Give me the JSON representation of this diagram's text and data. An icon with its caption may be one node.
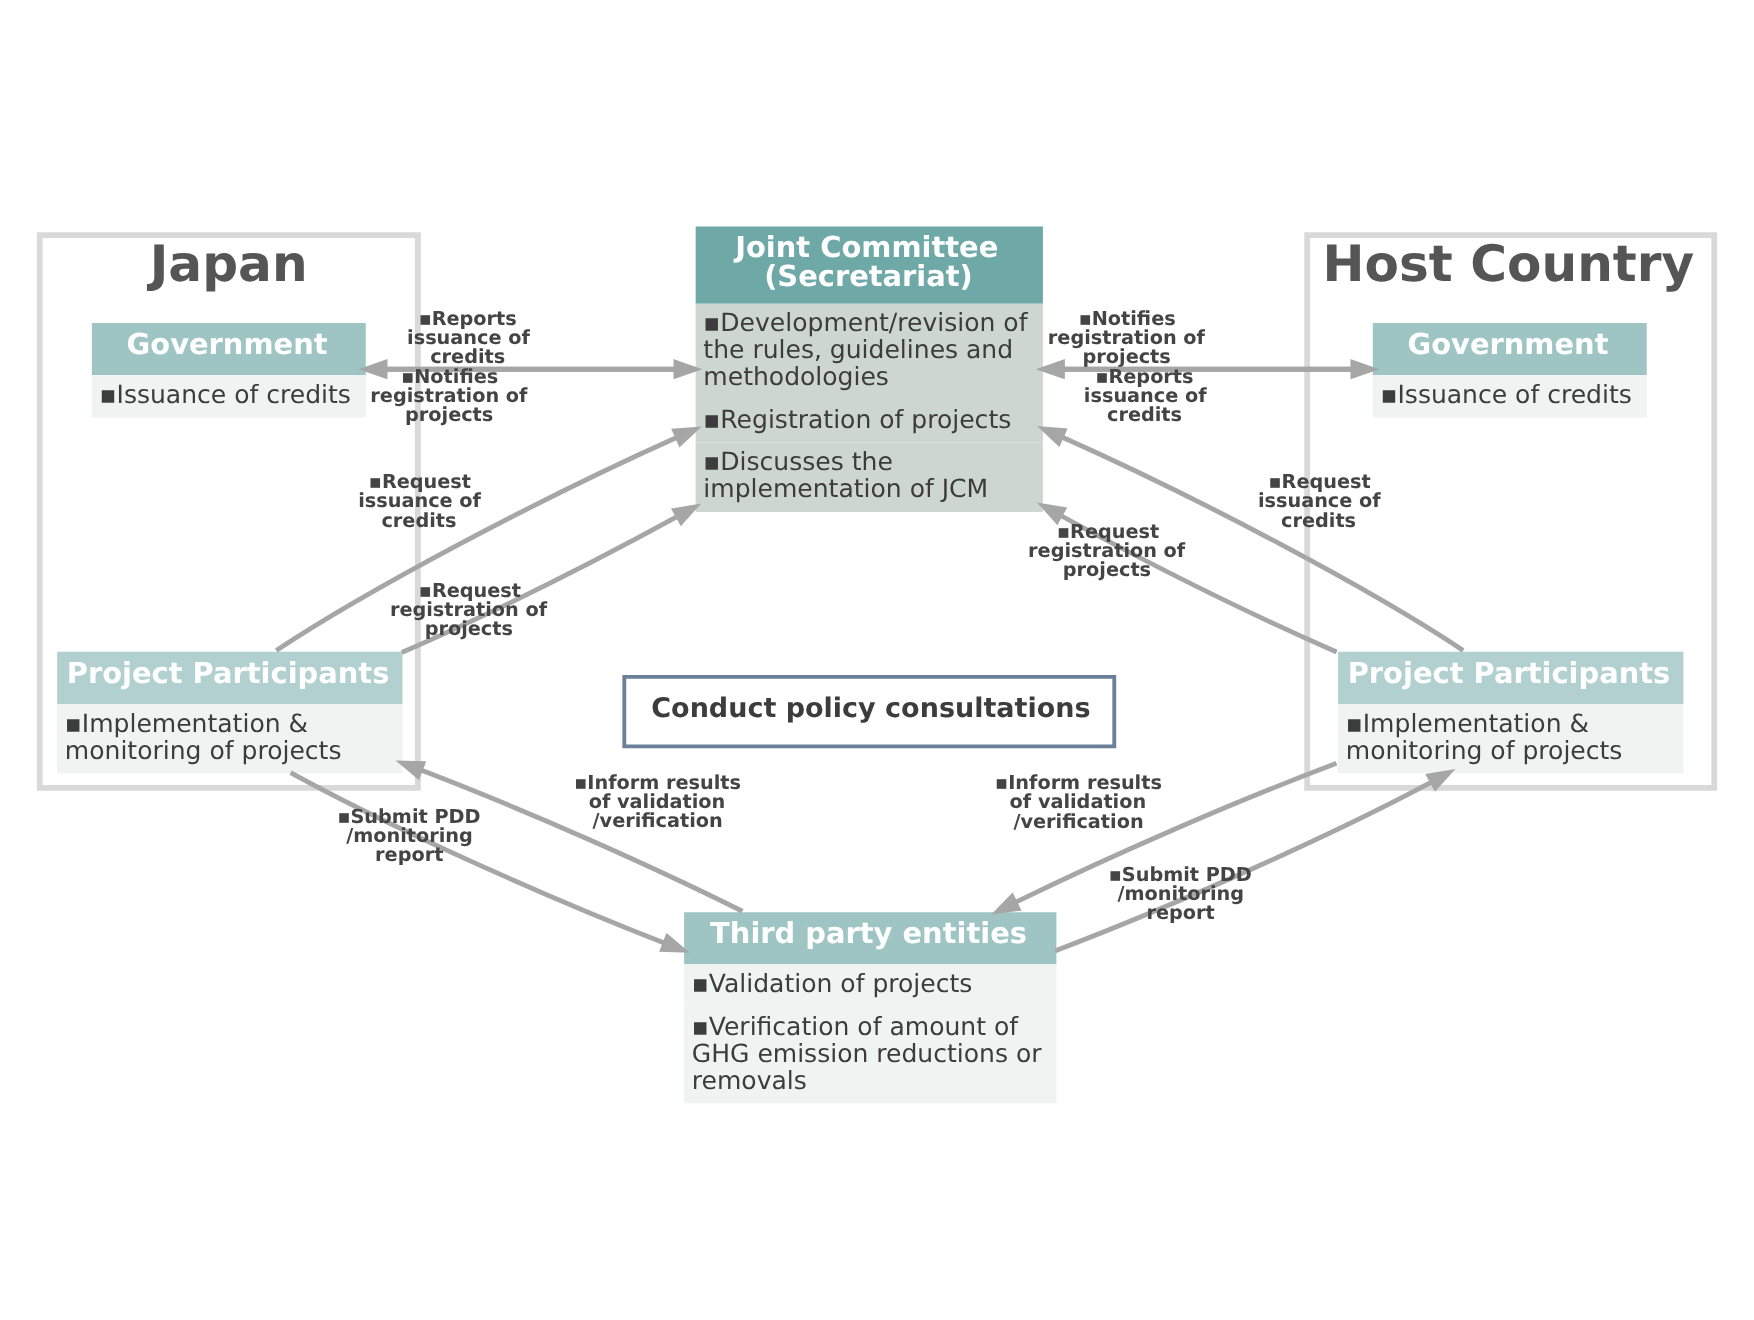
{
  "diagram": {
    "nodes": [
      {
        "text": [
          "Japan"
        ]
      },
      {
        "text": [
          "Host Country"
        ]
      },
      {
        "text": [
          "Joint Committee (Secretariat)",
          "▪Development/revision of the rules, guidelines and methodologies",
          "▪Registration of projects",
          "▪Discusses the implementation of JCM"
        ]
      },
      {
        "text": [
          "Government",
          "▪Issuance of credits"
        ],
        "in": 0
      },
      {
        "text": [
          "Government",
          "▪Issuance of credits"
        ],
        "in": 1
      },
      {
        "text": [
          "Conduct policy consultations"
        ]
      },
      {
        "text": [
          "Project Participants",
          "▪Implementation & monitoring of projects"
        ],
        "in": 0
      },
      {
        "text": [
          "Third party entities",
          "▪Validation of projects",
          "▪Verification of amount of GHG emission reductions or removals"
        ]
      },
      {
        "text": [
          "Project Participants",
          "▪Implementation & monitoring of projects"
        ],
        "in": 1
      }
    ],
    "edges": [
      {
        "from": 2,
        "to": 3,
        "arrow": "to",
        "label": "▪Notifies registration of projects"
      },
      {
        "from": 3,
        "to": 2,
        "arrow": "to",
        "label": "▪Reports issuance of credits"
      },
      {
        "from": 2,
        "to": 4,
        "arrow": "to",
        "label": "▪Notifies registration of projects"
      },
      {
        "from": 4,
        "to": 2,
        "arrow": "to",
        "label": "▪Reports issuance of credits"
      },
      {
        "from": 6,
        "to": 2,
        "arrow": "to",
        "label": "▪Request issuance of credits"
      },
      {
        "from": 6,
        "to": 2,
        "arrow": "to",
        "label": "▪Request registration of projects"
      },
      {
        "from": 8,
        "to": 2,
        "arrow": "to",
        "label": "▪Request registration of projects"
      },
      {
        "from": 8,
        "to": 2,
        "arrow": "to",
        "label": "▪Request issuance of credits"
      },
      {
        "from": 6,
        "to": 7,
        "arrow": "to",
        "label": "▪Submit PDD /monitoring report"
      },
      {
        "from": 7,
        "to": 6,
        "arrow": "to",
        "label": "▪Inform results of validation /verification"
      },
      {
        "from": 7,
        "to": 8,
        "arrow": "to",
        "label": "▪Submit PDD /monitoring report"
      },
      {
        "from": 8,
        "to": 7,
        "arrow": "to",
        "label": "▪Inform results of validation /verification"
      }
    ]
  }
}
